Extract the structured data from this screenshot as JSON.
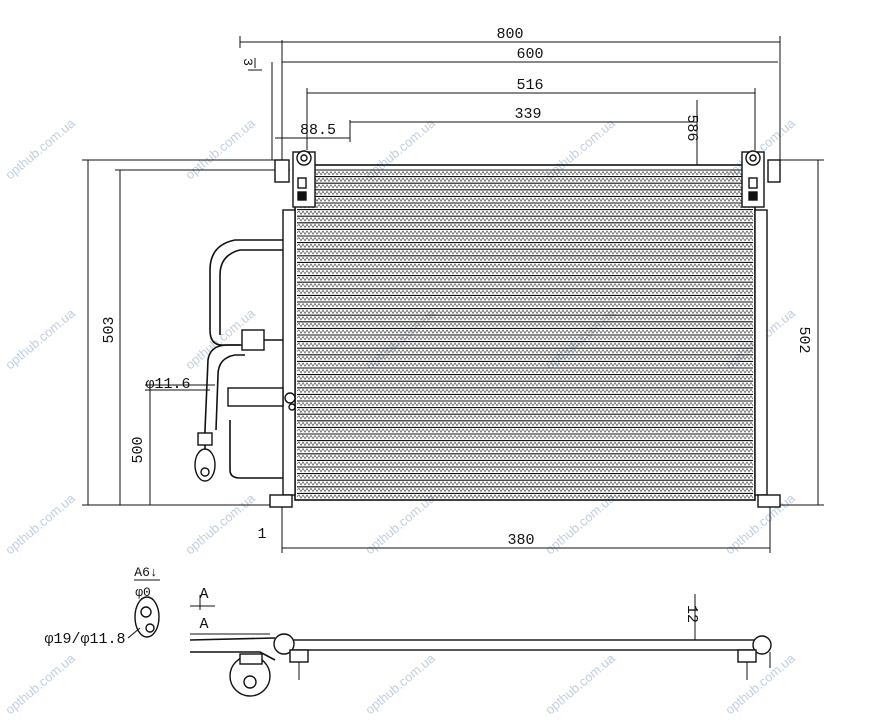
{
  "dimensions": {
    "overall_width": "800",
    "width_600": "600",
    "width_516": "516",
    "width_339": "339",
    "offset_88_5": "88.5",
    "dim_586": "586",
    "height_503": "503",
    "height_502": "502",
    "height_500": "500",
    "small_3": "3",
    "depth_380": "380",
    "tube_dia": "φ11.6",
    "view_1": "1",
    "section_A": "A",
    "section_A_label": "A6↓",
    "section_dia": "φ19/φ11.8",
    "thickness_12": "12"
  },
  "watermark": "opthub.com.ua",
  "colors": {
    "line": "#111111",
    "watermark": "#8fa9c4",
    "background": "#ffffff"
  }
}
